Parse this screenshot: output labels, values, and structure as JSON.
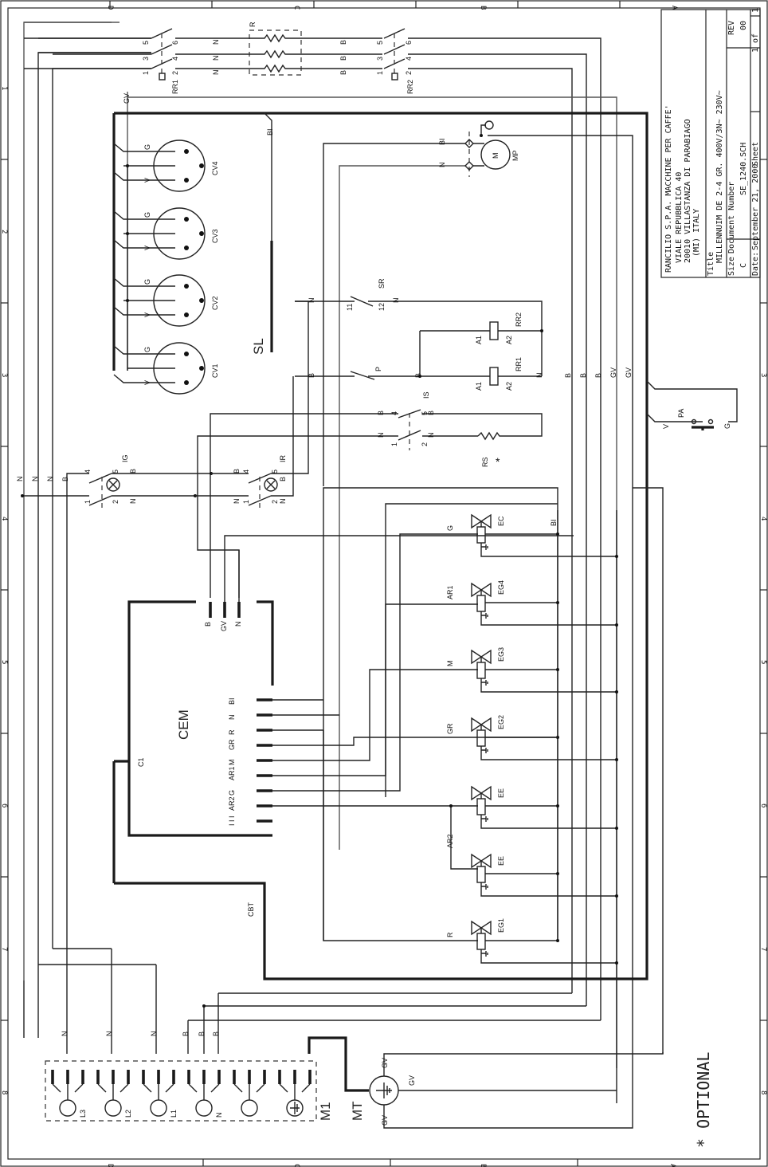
{
  "title_block": {
    "company": "RANCILIO S.P.A. MACCHINE PER CAFFE'",
    "address_1": "VIALE REPUBBLICA 40",
    "address_2": "20010 VILLASTANZA DI PARABIAGO",
    "address_3": "(MI) ITALY",
    "title_label": "Title",
    "title_value": "MILLENNUIM DE 2-4 GR. 400V/3N~ 230V~",
    "size_label": "Size",
    "size_value": "C",
    "docnum_label": "Document Number",
    "docnum_value": "SE_1240.SCH",
    "rev_label": "REV",
    "rev_value": "00",
    "date_label": "Date:",
    "date_value": "September 21, 2000",
    "sheet_label": "Sheet",
    "sheet_value": "1 of",
    "sheet_total": "1"
  },
  "zones": {
    "letters": [
      "D",
      "C",
      "B",
      "A"
    ],
    "numbers": [
      "1",
      "2",
      "3",
      "4",
      "5",
      "6",
      "7",
      "8"
    ]
  },
  "components": {
    "relay1": "RR1",
    "relay2": "RR2",
    "heater": "R",
    "pump_motor": "MP",
    "pump_motor_glyph": "M",
    "level_probe": "SL",
    "flowmeters": [
      "CV1",
      "CV2",
      "CV3",
      "CV4"
    ],
    "thermal_switch": "SR",
    "pressure_switch": "P",
    "relay_coils": [
      "RR1",
      "RR2"
    ],
    "coil_terms": [
      "A1",
      "A2"
    ],
    "switch_is": "IS",
    "resistor_rs": "RS",
    "optional_mark": "*",
    "pressostat": "PA",
    "switch_ig": "IG",
    "switch_ir": "IR",
    "control_unit": "CEM",
    "connector_c1": "C1",
    "connector_cbt": "CBT",
    "valves": [
      "EC",
      "EG4",
      "EG3",
      "EG2",
      "EE",
      "EE",
      "EG1"
    ],
    "terminal_block": "M1",
    "terminals": [
      "L3",
      "L2",
      "L1",
      "N"
    ],
    "earth_terminal": "MT",
    "optional_note": "* OPTIONAL"
  },
  "wire_labels": {
    "N": "N",
    "B": "B",
    "BI": "BI",
    "GV": "GV",
    "G": "G",
    "V": "V",
    "R": "R",
    "M": "M",
    "GR": "GR",
    "AR1": "AR1",
    "AR2": "AR2",
    "pins": [
      "1",
      "2",
      "3",
      "4",
      "5",
      "6",
      "11",
      "12"
    ]
  },
  "cem_pins": [
    "BI",
    "N",
    "R",
    "GR",
    "M",
    "AR1",
    "G",
    "AR2",
    "I I I"
  ],
  "cem_top_pins": [
    "B",
    "GV",
    "N"
  ]
}
